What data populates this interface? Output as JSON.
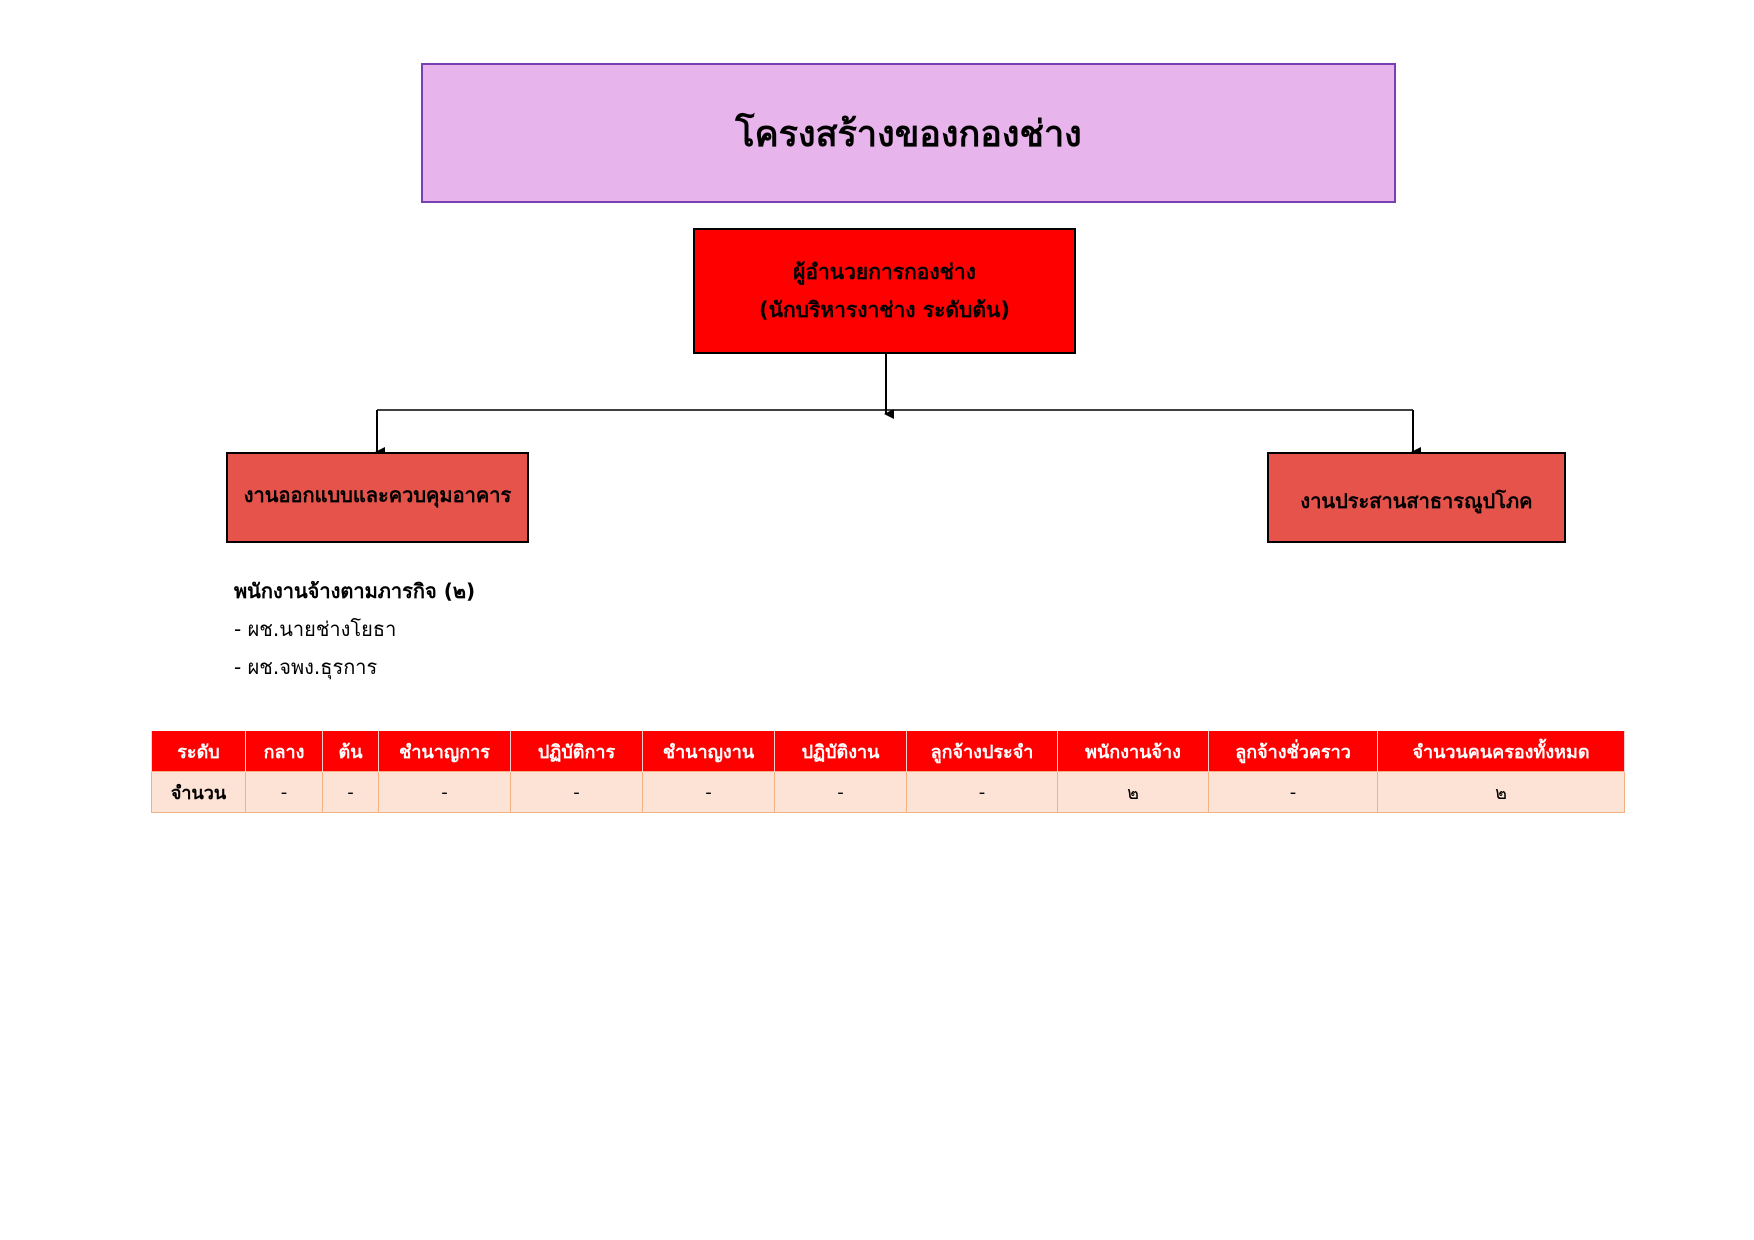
{
  "title": "โครงสร้างของกองช่าง",
  "director": {
    "line1": "ผู้อำนวยการกองช่าง",
    "line2": "(นักบริหารงาช่าง ระดับต้น)"
  },
  "units": {
    "left": "งานออกแบบและควบคุมอาคาร",
    "right": "งานประสานสาธารณูปโภค"
  },
  "staff": {
    "heading": "พนักงานจ้างตามภารกิจ (๒)",
    "items": [
      "- ผช.นายช่างโยธา",
      "- ผช.จพง.ธุรการ"
    ]
  },
  "table": {
    "headers": [
      "ระดับ",
      "กลาง",
      "ต้น",
      "ชำนาญการ",
      "ปฏิบัติการ",
      "ชำนาญงาน",
      "ปฏิบัติงาน",
      "ลูกจ้างประจำ",
      "พนักงานจ้าง",
      "ลูกจ้างชั่วคราว",
      "จำนวนคนครองทั้งหมด"
    ],
    "row_label": "จำนวน",
    "values": [
      "-",
      "-",
      "-",
      "-",
      "-",
      "-",
      "-",
      "๒",
      "-",
      "๒"
    ]
  },
  "colors": {
    "title_fill": "#e8b4ec",
    "title_border": "#7a3fb0",
    "director_fill": "#ff0000",
    "unit_fill": "#e5534b",
    "table_header_fill": "#ff0000",
    "table_row_fill": "#fce3d6"
  }
}
